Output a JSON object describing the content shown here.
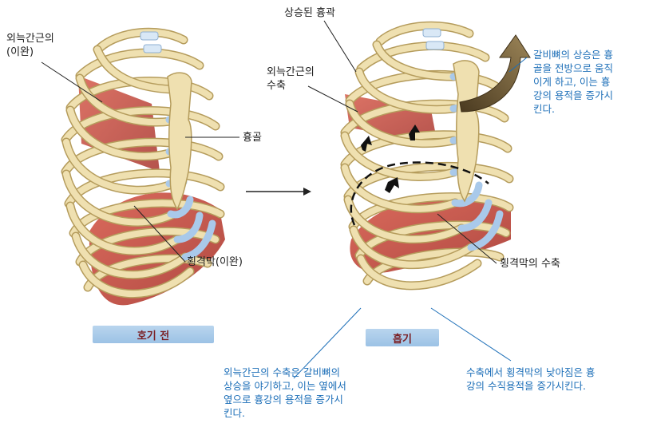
{
  "labels": {
    "external_intercostal_relaxed": "외늑간근의\n(이완)",
    "sternum": "흉골",
    "diaphragm_relaxed": "횡격막(이완)",
    "elevated_ribcage": "상승된 흉곽",
    "external_intercostal_contract": "외늑간근의\n수축",
    "diaphragm_contract": "횡격막의 수축"
  },
  "stages": {
    "before": "호기 전",
    "inhale": "흡기"
  },
  "notes": {
    "rib_elevation": "갈비뼈의 상승은 흉\n골을 전방으로 움직\n이게 하고, 이는 흉\n강의 용적을 증가시\n킨다.",
    "intercostal_effect": "외늑간근의 수축은 갈비뼈의\n상승을 야기하고, 이는 옆에서\n옆으로 흉강의 용적을 증가시\n킨다.",
    "diaphragm_effect": "수축에서 횡격막의 낮아짐은 흉\n강의 수직용적을 증가시킨다."
  },
  "colors": {
    "bone": "#efe0b0",
    "bone_outline": "#b59c5c",
    "cartilage": "#a9c9ea",
    "muscle": "#c0463a",
    "annotation": "#1d6fb8",
    "arrow": "#6e5a38"
  }
}
